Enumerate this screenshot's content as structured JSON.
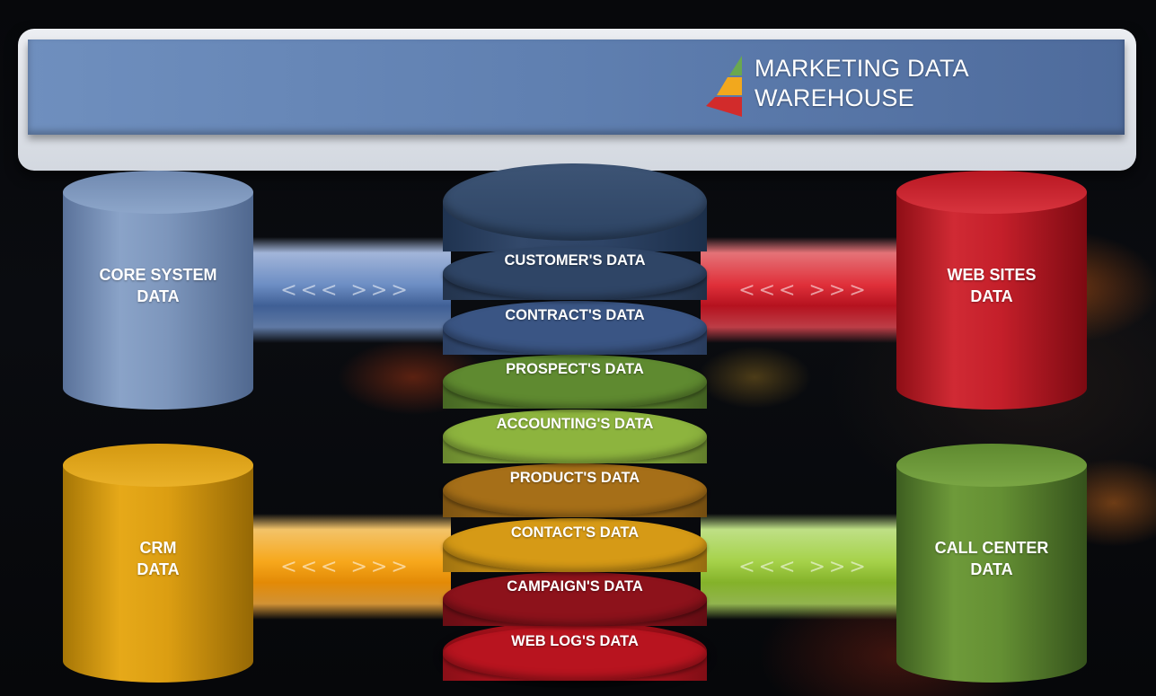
{
  "header": {
    "title_line1": "MARKETING DATA",
    "title_line2": "WAREHOUSE",
    "logo_icon": "pyramid-logo-icon",
    "logo_colors": [
      "#6aa84f",
      "#f2a81d",
      "#d22b2b"
    ]
  },
  "connector_text": "<<< >>>",
  "sources": [
    {
      "id": "core-system",
      "line1": "CORE SYSTEM",
      "line2": "DATA",
      "color": "#7a93b9"
    },
    {
      "id": "web-sites",
      "line1": "WEB SITES",
      "line2": "DATA",
      "color": "#c41f2a"
    },
    {
      "id": "crm",
      "line1": "CRM",
      "line2": "DATA",
      "color": "#dc9e12"
    },
    {
      "id": "call-center",
      "line1": "CALL CENTER",
      "line2": "DATA",
      "color": "#648f33"
    }
  ],
  "warehouse_layers": [
    {
      "label": "CUSTOMER'S DATA",
      "color": "#2f4566"
    },
    {
      "label": "CONTRACT'S DATA",
      "color": "#3a5584"
    },
    {
      "label": "PROSPECT'S DATA",
      "color": "#5f8a30"
    },
    {
      "label": "ACCOUNTING'S DATA",
      "color": "#8db43e"
    },
    {
      "label": "PRODUCT'S DATA",
      "color": "#a66f18"
    },
    {
      "label": "CONTACT'S DATA",
      "color": "#d69a16"
    },
    {
      "label": "CAMPAIGN'S DATA",
      "color": "#8d121b"
    },
    {
      "label": "WEB LOG'S DATA",
      "color": "#b8141f"
    }
  ]
}
